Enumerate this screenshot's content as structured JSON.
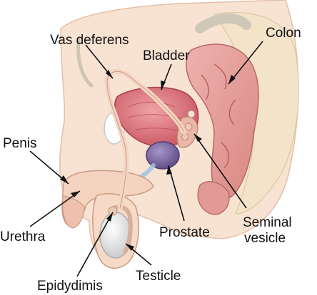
{
  "labels": {
    "vas_deferens": "Vas deferens",
    "bladder": "Bladder",
    "colon": "Colon",
    "penis": "Penis",
    "urethra": "Urethra",
    "prostate": "Prostate",
    "seminal_line1": "Seminal",
    "seminal_line2": "vesicle",
    "testicle": "Testicle",
    "epididymis": "Epidydimis"
  },
  "colors": {
    "skin": "#f7dcc9",
    "skin_outline": "#d9a98e",
    "colon": "#e7a5a3",
    "colon_dark": "#c9706e",
    "bladder": "#d9727a",
    "prostate": "#7e6aa4",
    "testicle": "#ececec",
    "fat": "#f2e6c8",
    "urethra_blue": "#9cc4df"
  }
}
